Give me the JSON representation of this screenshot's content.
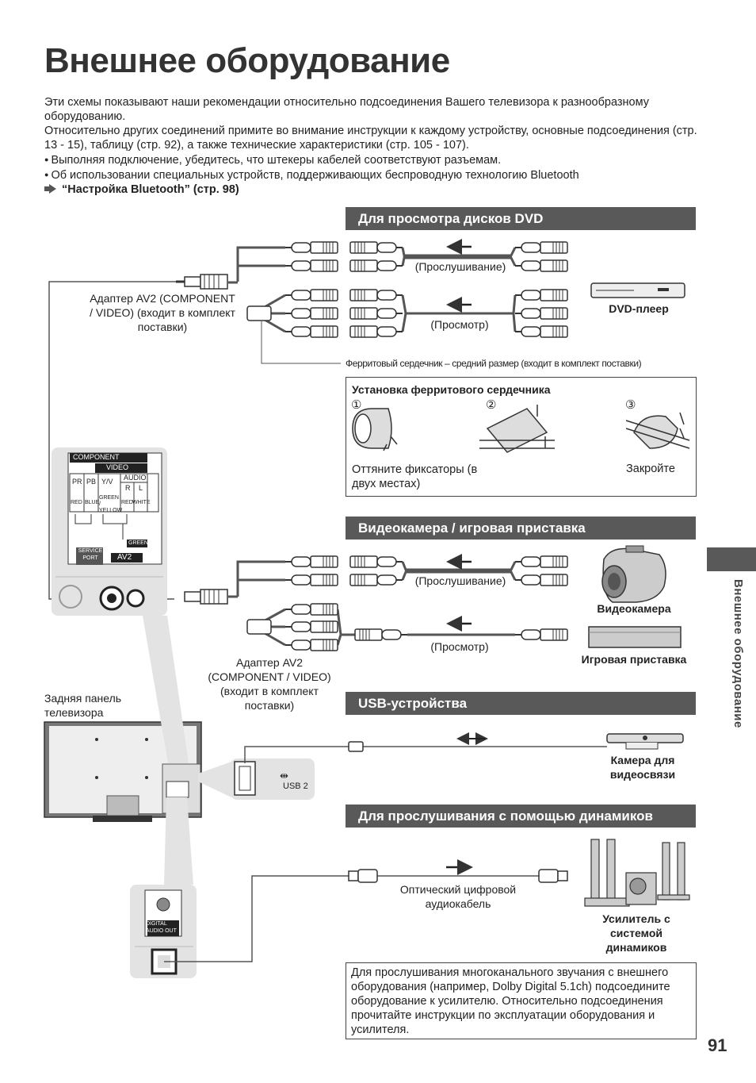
{
  "title": "Внешнее оборудование",
  "intro": {
    "p1": "Эти схемы показывают наши рекомендации относительно подсоединения Вашего телевизора к разнообразному оборудованию.",
    "p2": "Относительно других соединений примите во внимание инструкции к каждому устройству, основные подсоединения (стр. 13 - 15), таблицу (стр. 92), а также технические характеристики (стр. 105 - 107).",
    "b1": "Выполняя подключение, убедитесь, что штекеры кабелей соответствуют разъемам.",
    "b2": "Об использовании специальных устройств, поддерживающих беспроводную технологию Bluetooth",
    "ref": "“Настройка Bluetooth” (стр. 98)"
  },
  "sections": {
    "dvd": "Для просмотра дисков DVD",
    "camera": "Видеокамера / игровая приставка",
    "usb": "USB-устройства",
    "speakers": "Для прослушивания с помощью динамиков"
  },
  "dvd": {
    "listen": "(Прослушивание)",
    "view": "(Просмотр)",
    "player": "DVD-плеер",
    "adapter": "Адаптер AV2 (COMPONENT / VIDEO) (входит в комплект поставки)",
    "ferrite_note": "Ферритовый сердечник – средний размер (входит в комплект поставки)"
  },
  "ferrite": {
    "title": "Установка ферритового сердечника",
    "step1": "①",
    "step2": "②",
    "step3": "③",
    "caption1": "Оттяните фиксаторы (в двух местах)",
    "caption3": "Закройте"
  },
  "tv_panel": {
    "component": "COMPONENT",
    "video": "VIDEO",
    "pr": "PR",
    "pb": "PB",
    "yv": "Y/V",
    "audio": "AUDIO",
    "r": "R",
    "l": "L",
    "red": "RED",
    "blue": "BLUE",
    "green_yellow": "GREEN / YELLOW",
    "red2": "RED",
    "white": "WHITE",
    "green": "GREEN",
    "service": "SERVICE PORT",
    "av2": "AV2",
    "usb2": "USB 2",
    "digital": "DIGITAL AUDIO OUT"
  },
  "camera": {
    "listen": "(Прослушивание)",
    "view": "(Просмотр)",
    "camcorder": "Видеокамера",
    "console": "Игровая приставка",
    "adapter": "Адаптер AV2 (COMPONENT / VIDEO) (входит в комплект поставки)"
  },
  "rear": "Задняя панель телевизора",
  "usb": {
    "device": "Камера для видеосвязи"
  },
  "speakers": {
    "cable": "Оптический цифровой аудиокабель",
    "amp": "Усилитель с системой динамиков",
    "note": "Для прослушивания многоканального звучания с внешнего оборудования (например, Dolby Digital 5.1ch) подсоедините оборудование к усилителю. Относительно подсоединения прочитайте инструкции по эксплуатации оборудования и усилителя."
  },
  "side_tab": "Внешнее оборудование",
  "page_number": "91"
}
